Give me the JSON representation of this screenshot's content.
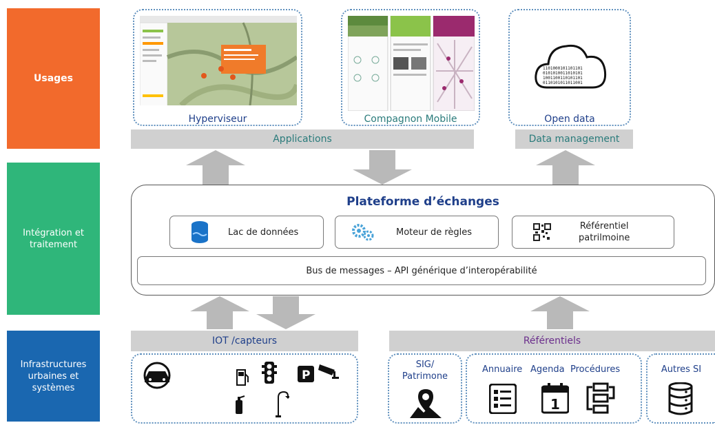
{
  "layers": {
    "usages": "Usages",
    "integration": "Intégration et\ntraitement",
    "infra": "Infrastructures\nurbaines et\nsystèmes"
  },
  "usages": {
    "hyperviseur": "Hyperviseur",
    "compagnon": "Compagnon Mobile",
    "open_data": "Open data",
    "applications": "Applications",
    "data_management": "Data management"
  },
  "platform": {
    "title": "Plateforme d’échanges",
    "lac": "Lac de données",
    "moteur": "Moteur de règles",
    "referentiel": "Référentiel\npatrilmoine",
    "bus": "Bus de messages – API générique d’interopérabilité"
  },
  "infra": {
    "iot": "IOT /capteurs",
    "referentiels": "Référentiels",
    "sig": "SIG/\nPatrimone",
    "annuaire": "Annuaire",
    "agenda": "Agenda",
    "procedures": "Procédures",
    "autres": "Autres SI",
    "agenda_day": "1"
  },
  "colors": {
    "usages": "#f26a2c",
    "integration": "#2fb67a",
    "infra": "#1a67b0"
  }
}
